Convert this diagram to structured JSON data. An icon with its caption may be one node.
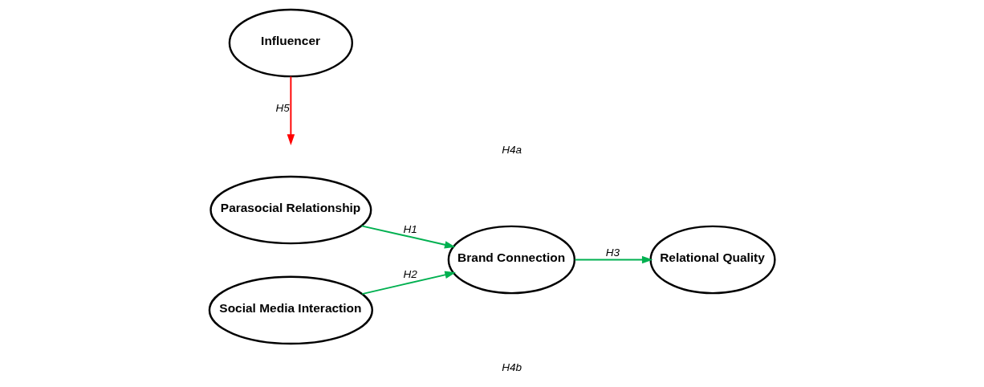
{
  "diagram": {
    "nodes": [
      {
        "text": [
          "Parasocial Relationship"
        ]
      },
      {
        "text": [
          "Influencer"
        ]
      },
      {
        "text": [
          "Brand Connection"
        ]
      },
      {
        "text": [
          "Relational Quality"
        ]
      },
      {
        "text": [
          "Social Media Interaction"
        ]
      }
    ],
    "edges": [
      {
        "from": 0,
        "to": 2,
        "arrow": "to",
        "label": "H1"
      },
      {
        "from": 4,
        "to": 2,
        "arrow": "to",
        "label": "H2"
      },
      {
        "from": 2,
        "to": 3,
        "arrow": "to",
        "label": "H3"
      },
      {
        "from": 1,
        "to": null,
        "arrow": "to",
        "label": "H5",
        "color": "#ff0000"
      }
    ],
    "labels": [
      "H4a",
      "H4b"
    ]
  }
}
